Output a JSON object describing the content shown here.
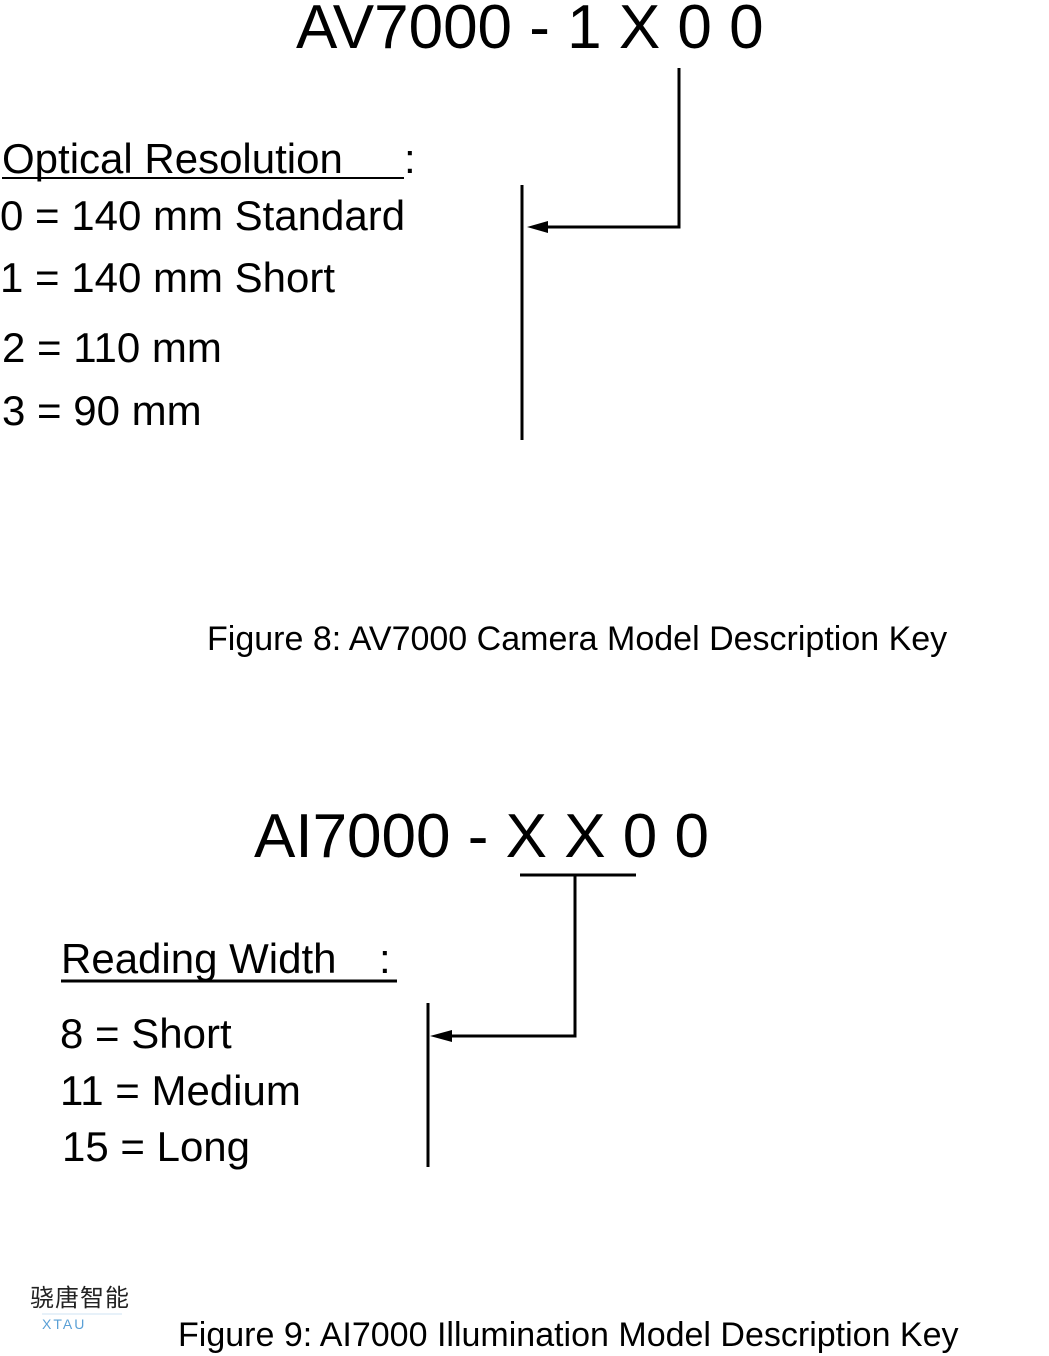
{
  "figure8": {
    "model_code": "AV7000 - 1 X 0 0",
    "key_label": "Optical Resolution",
    "key_colon": ":",
    "options": [
      "0 = 140 mm Standard",
      "1 = 140 mm Short",
      "2 = 110 mm",
      "3 = 90 mm"
    ],
    "caption": "Figure  8: AV7000 Camera Model Description Key"
  },
  "figure9": {
    "model_prefix": "AI7000 - ",
    "model_underlined": "X X",
    "model_suffix": " 0 0",
    "key_label": "Reading Width",
    "key_colon": ":",
    "options": [
      "8 = Short",
      "11 = Medium",
      "15 = Long"
    ],
    "caption": "Figure  9: AI7000 Illumination Model Description Key"
  },
  "watermark": {
    "chinese": "骁唐智能",
    "latin": "XTAU"
  }
}
